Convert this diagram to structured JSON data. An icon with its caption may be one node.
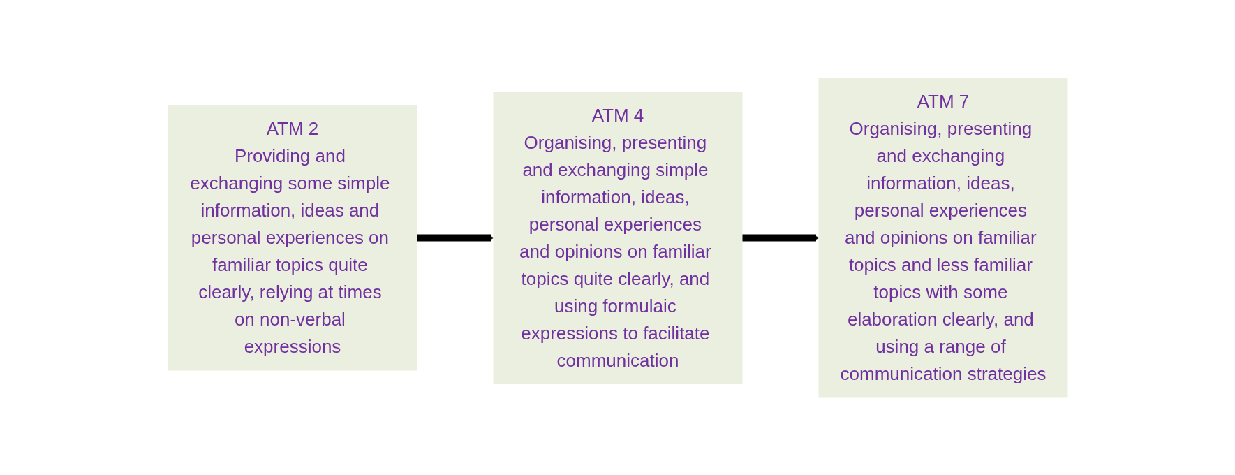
{
  "diagram": {
    "nodes": [
      {
        "text": [
          "ATM 2",
          "Providing and exchanging some simple information, ideas and personal experiences on familiar topics quite clearly, relying at times on non-verbal expressions"
        ]
      },
      {
        "text": [
          "ATM 4",
          "Organising, presenting and exchanging simple information, ideas, personal experiences and opinions on familiar topics quite clearly, and using formulaic expressions to facilitate communication"
        ]
      },
      {
        "text": [
          "ATM 7",
          "Organising, presenting and exchanging information, ideas, personal experiences and opinions on familiar topics and less familiar topics with some elaboration clearly, and using a range of communication strategies"
        ]
      }
    ],
    "edges": [
      {
        "from": 0,
        "to": 1,
        "arrow": "to"
      },
      {
        "from": 1,
        "to": 2,
        "arrow": "to"
      }
    ]
  }
}
